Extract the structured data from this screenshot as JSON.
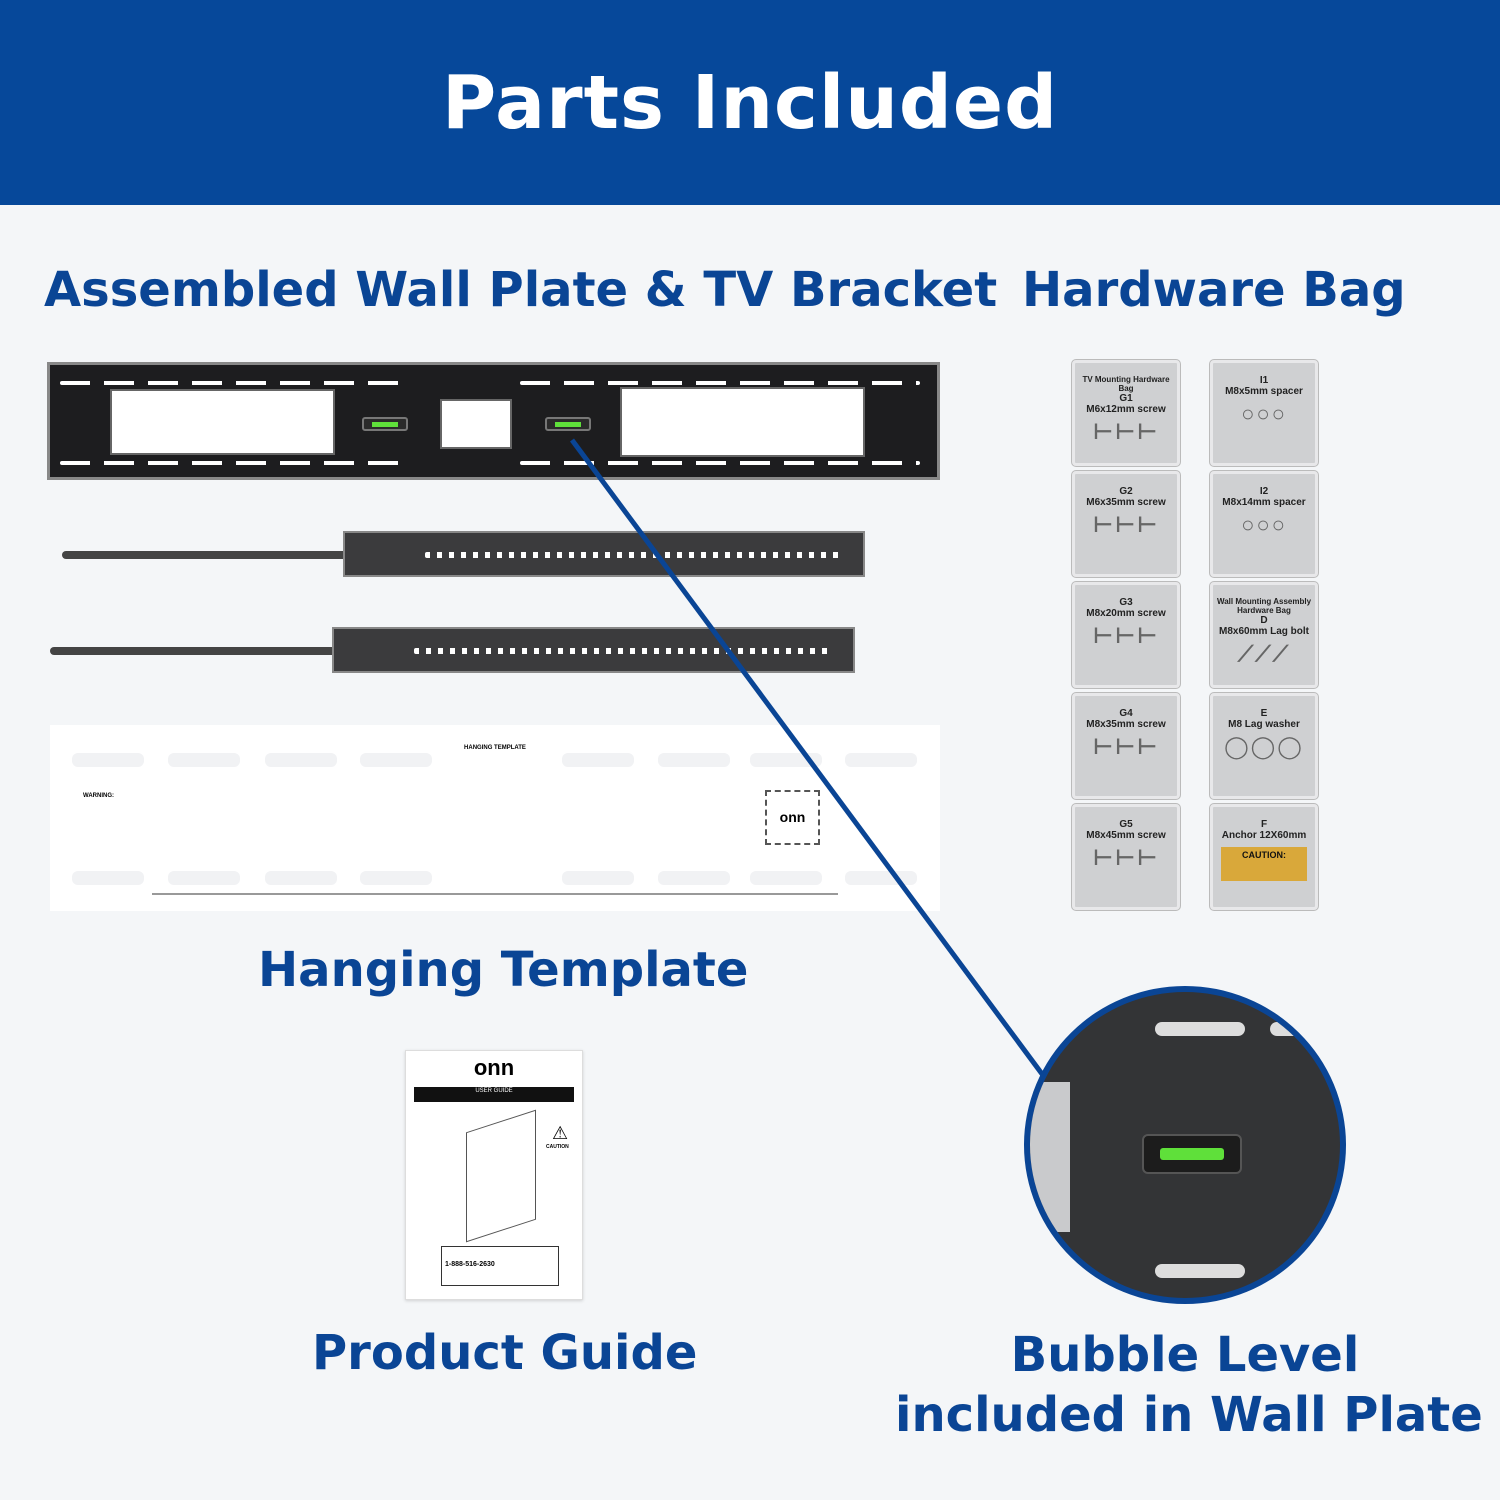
{
  "header": {
    "title": "Parts Included"
  },
  "sections": {
    "wall_plate": "Assembled Wall Plate & TV Bracket",
    "hardware_bag": "Hardware Bag",
    "hanging_template": "Hanging Template",
    "product_guide": "Product Guide",
    "bubble_level_line1": "Bubble Level",
    "bubble_level_line2": "included in Wall Plate"
  },
  "hardware": [
    {
      "title": "TV Mounting Hardware Bag",
      "code": "G1",
      "name": "M6x12mm screw",
      "icon": "screw-icon"
    },
    {
      "code": "I1",
      "name": "M8x5mm spacer",
      "icon": "spacer-icon"
    },
    {
      "code": "G2",
      "name": "M6x35mm screw",
      "icon": "screw-icon"
    },
    {
      "code": "I2",
      "name": "M8x14mm spacer",
      "icon": "spacer-icon"
    },
    {
      "code": "G3",
      "name": "M8x20mm screw",
      "icon": "screw-icon"
    },
    {
      "title": "Wall Mounting Assembly Hardware Bag",
      "code": "D",
      "name": "M8x60mm Lag bolt",
      "icon": "lag-bolt-icon"
    },
    {
      "code": "G4",
      "name": "M8x35mm screw",
      "icon": "screw-icon"
    },
    {
      "code": "E",
      "name": "M8 Lag washer",
      "icon": "washer-icon"
    },
    {
      "code": "G5",
      "name": "M8x45mm screw",
      "icon": "screw-icon"
    },
    {
      "code": "F",
      "name": "Anchor 12X60mm",
      "caution": "CAUTION:",
      "icon": "anchor-icon"
    }
  ],
  "template": {
    "title": "HANGING TEMPLATE",
    "warning": "WARNING:",
    "brand": "onn"
  },
  "guide": {
    "brand": "onn",
    "banner": "USER GUIDE",
    "caution": "CAUTION",
    "phone": "1-888-516-2630"
  },
  "colors": {
    "brand": "#06489a",
    "label": "#0a4595",
    "bubble": "#5fe03a"
  }
}
